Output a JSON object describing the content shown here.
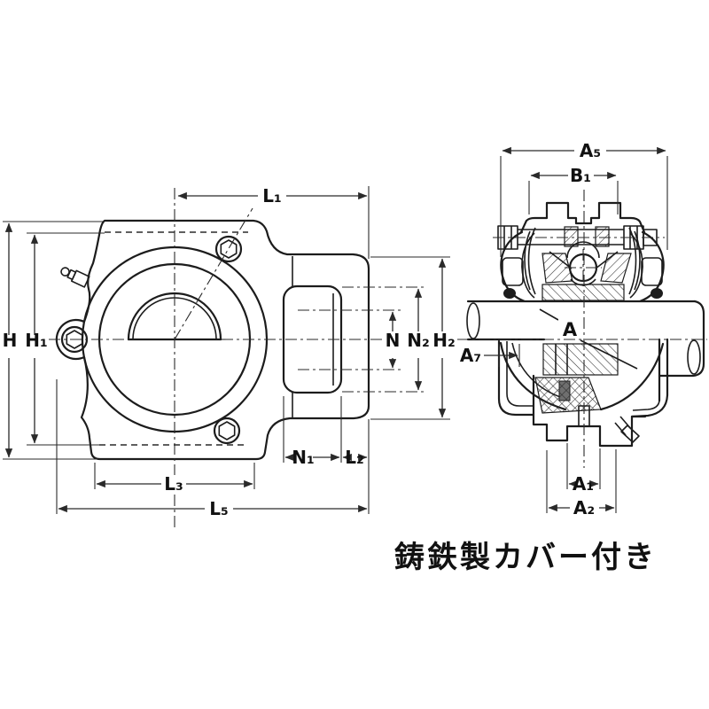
{
  "drawing": {
    "caption": "鋳鉄製カバー付き",
    "colors": {
      "line": "#1c1c1c",
      "background": "#ffffff"
    },
    "labels": {
      "H": "H",
      "H1": "H₁",
      "L1": "L₁",
      "L3": "L₃",
      "L5": "L₅",
      "N": "N",
      "N1": "N₁",
      "N2": "N₂",
      "H2": "H₂",
      "L2": "L₂",
      "A5": "A₅",
      "B1": "B₁",
      "A": "A",
      "A7": "A₇",
      "A1": "A₁",
      "A2": "A₂"
    }
  }
}
